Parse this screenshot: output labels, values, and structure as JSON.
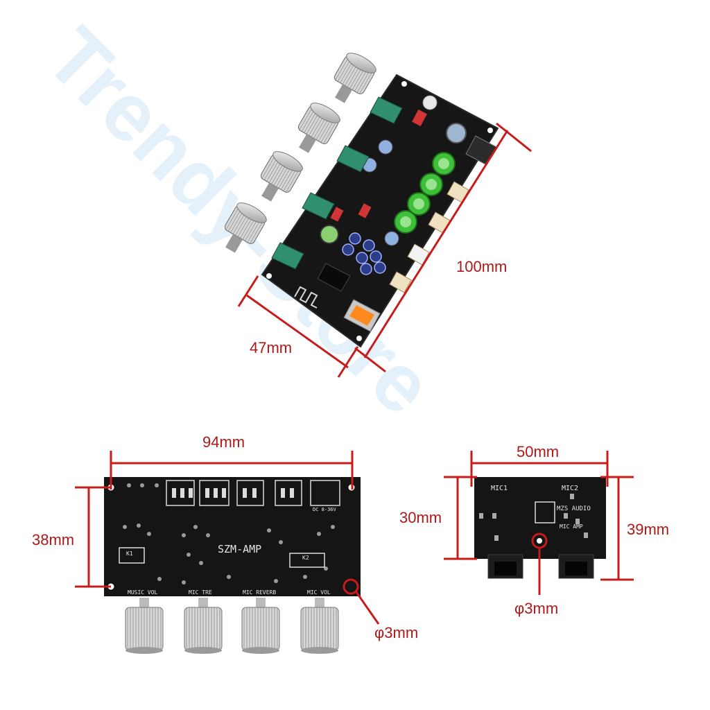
{
  "watermark": "Trendy-Store",
  "dimensions": {
    "top_length": "100mm",
    "top_width": "47mm",
    "front_width": "94mm",
    "front_height": "38mm",
    "front_hole": "φ3mm",
    "side_width": "50mm",
    "side_inner_height": "30mm",
    "side_height": "39mm",
    "side_hole": "φ3mm"
  },
  "board_silkscreen": {
    "front_title": "SZM-AMP",
    "front_knob_labels": [
      "MUSIC VOL",
      "MIC TRE",
      "MIC REVERB",
      "MIC VOL"
    ],
    "front_power_label": "DC 8-36V",
    "front_k1": "K1",
    "front_k2": "K2",
    "side_mic1": "MIC1",
    "side_mic2": "MIC2",
    "side_brand": "MZS AUDIO",
    "side_amp": "MIC AMP"
  },
  "colors": {
    "dimension": "#c81b1b",
    "board": "#141414",
    "pot_green": "#2f8f6e",
    "cap_green": "#3fbf3a",
    "knob_metal": "#c9c9c9",
    "watermark": "#cfe6f7"
  },
  "icons": [
    "bluetooth-icon",
    "usb-port-icon",
    "knob-icon"
  ]
}
